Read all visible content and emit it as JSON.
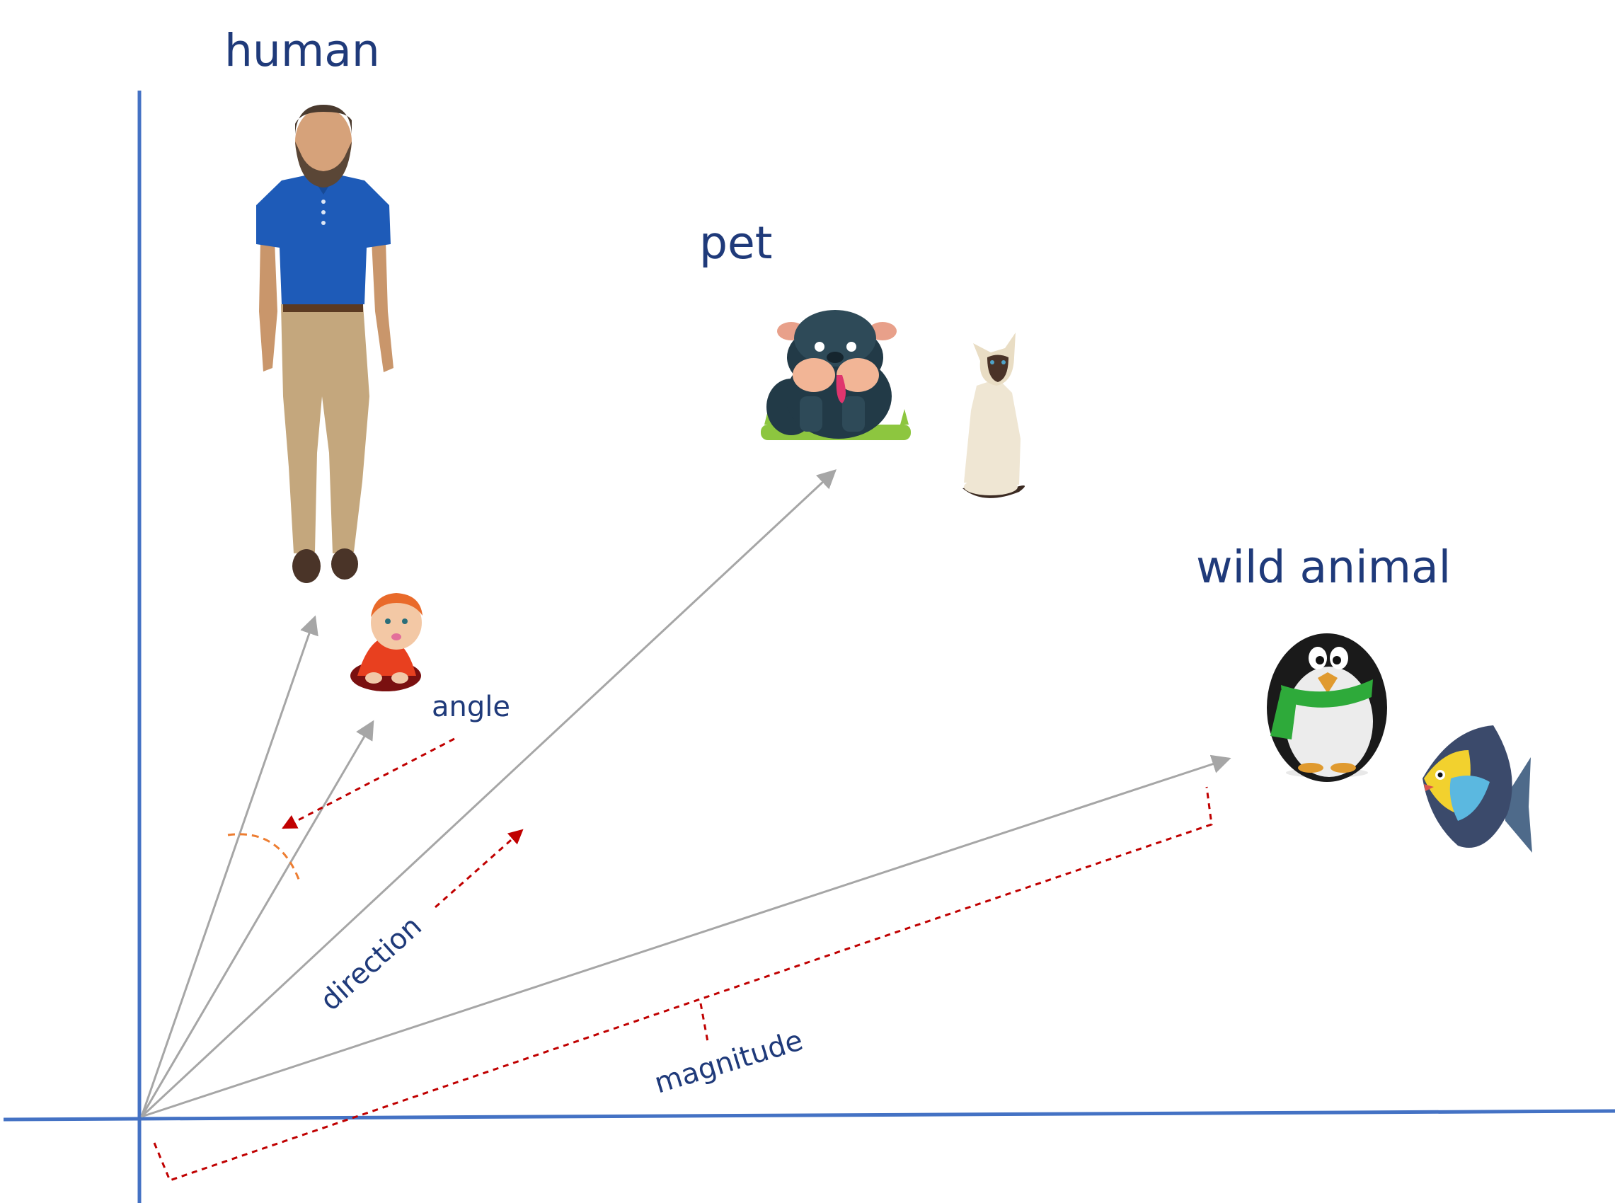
{
  "categories": {
    "human": "human",
    "pet": "pet",
    "wild_animal": "wild animal"
  },
  "annotations": {
    "angle": "angle",
    "direction": "direction",
    "magnitude": "magnitude"
  },
  "icons": [
    "man-icon",
    "baby-icon",
    "dog-icon",
    "cat-icon",
    "penguin-icon",
    "fish-icon"
  ],
  "colors": {
    "axis": "#4472C4",
    "vector": "#A6A6A6",
    "label": "#1F3A7A",
    "annotation": "#C00000",
    "angle_arc": "#ED7D31"
  }
}
